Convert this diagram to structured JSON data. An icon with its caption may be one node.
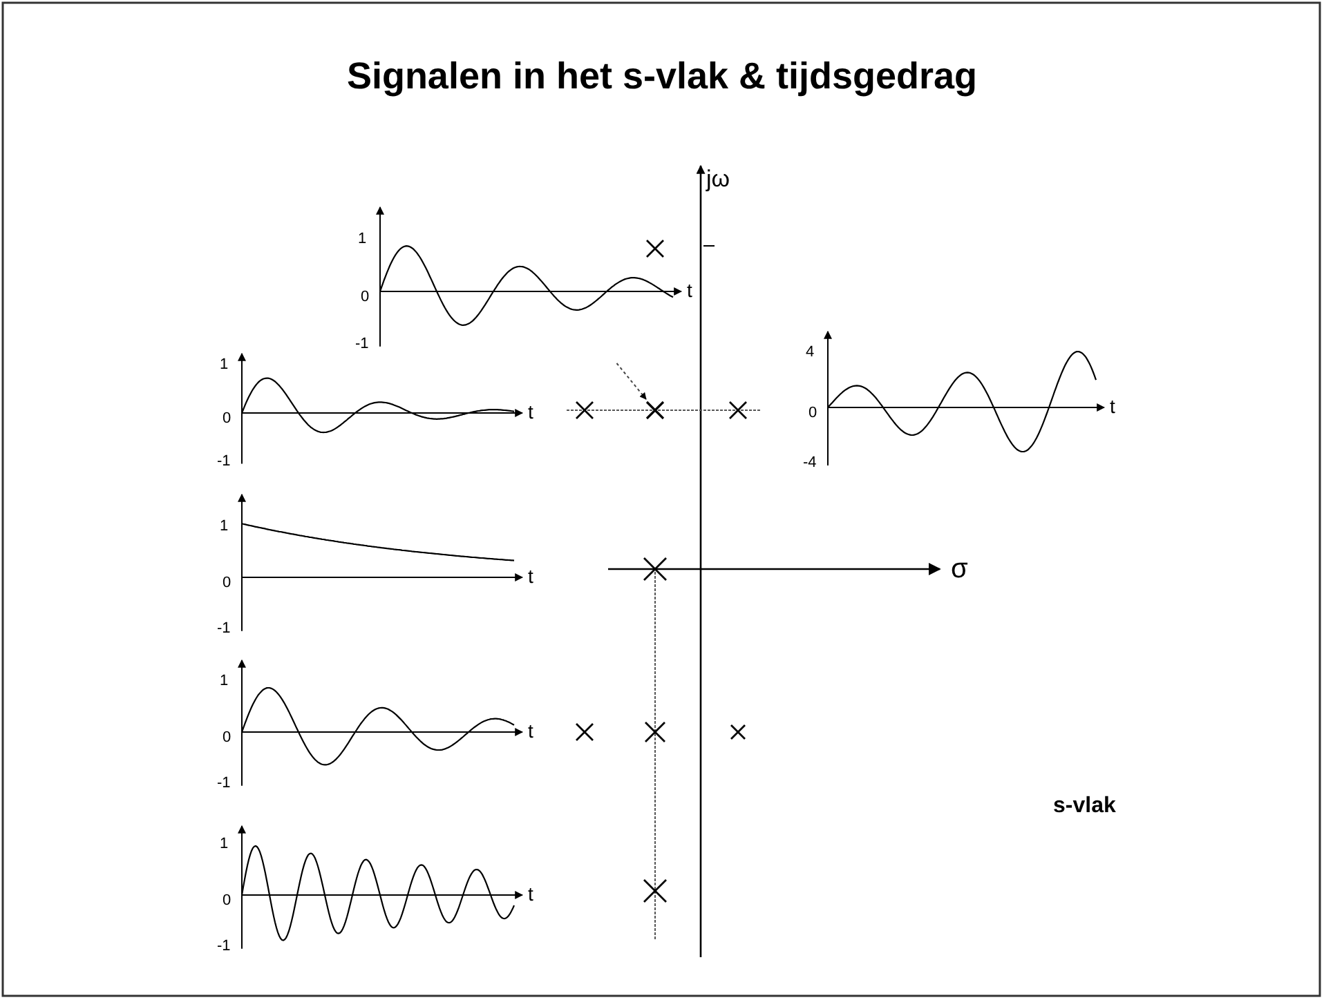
{
  "diagram": {
    "title": "Signalen in het s-vlak & tijdsgedrag",
    "nodes": [
      {
        "text": [
          "1",
          "0",
          "-1",
          "t"
        ]
      },
      {
        "text": [
          "1",
          "0",
          "-1",
          "t"
        ]
      },
      {
        "text": [
          "1",
          "0",
          "-1",
          "t"
        ]
      },
      {
        "text": [
          "1",
          "0",
          "-1",
          "t"
        ]
      },
      {
        "text": [
          "1",
          "0",
          "-1",
          "t"
        ]
      },
      {
        "text": [
          "4",
          "0",
          "-4",
          "t"
        ]
      },
      {
        "text": [],
        "shape": "cross"
      }
    ],
    "edges": [
      {
        "from": 0,
        "to": 6,
        "arrow": "to",
        "style": "dashed"
      }
    ],
    "labels": [
      "jω",
      "σ",
      "s-vlak"
    ]
  }
}
